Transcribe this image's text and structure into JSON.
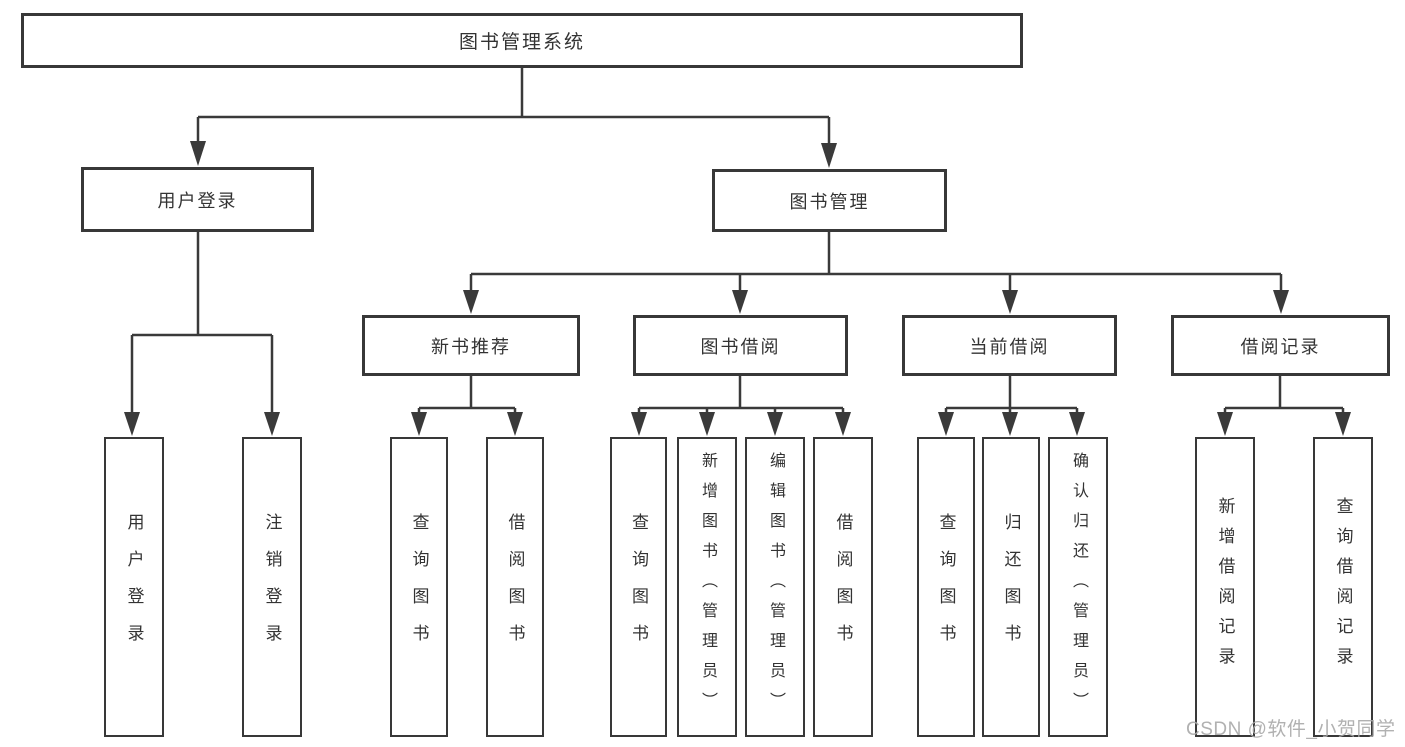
{
  "diagram": {
    "root": {
      "label": "图书管理系统",
      "children": [
        {
          "label": "用户登录",
          "children": [
            {
              "label": "用户登录"
            },
            {
              "label": "注销登录"
            }
          ]
        },
        {
          "label": "图书管理",
          "children": [
            {
              "label": "新书推荐",
              "children": [
                {
                  "label": "查询图书"
                },
                {
                  "label": "借阅图书"
                }
              ]
            },
            {
              "label": "图书借阅",
              "children": [
                {
                  "label": "查询图书"
                },
                {
                  "label": "新增图书（管理员）"
                },
                {
                  "label": "编辑图书（管理员）"
                },
                {
                  "label": "借阅图书"
                }
              ]
            },
            {
              "label": "当前借阅",
              "children": [
                {
                  "label": "查询图书"
                },
                {
                  "label": "归还图书"
                },
                {
                  "label": "确认归还（管理员）"
                }
              ]
            },
            {
              "label": "借阅记录",
              "children": [
                {
                  "label": "新增借阅记录"
                },
                {
                  "label": "查询借阅记录"
                }
              ]
            }
          ]
        }
      ]
    }
  },
  "watermark": {
    "text": "CSDN @软件_小贺同学",
    "color": "#a9a9a9"
  },
  "colors": {
    "line": "#3a3a3a",
    "box_border": "#383838",
    "text": "#333333",
    "background": "#ffffff"
  }
}
